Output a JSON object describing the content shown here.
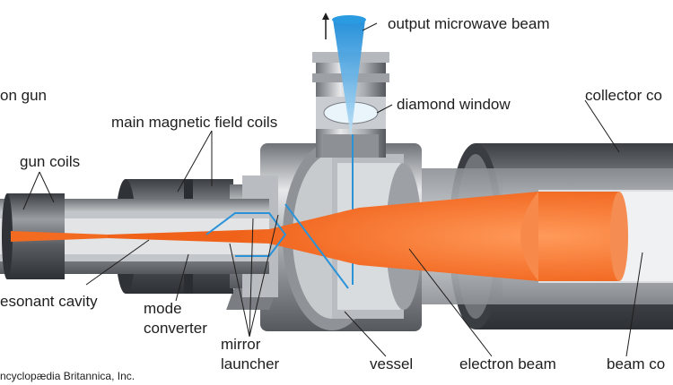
{
  "labels": {
    "output_beam": "output microwave beam",
    "electron_gun": "on gun",
    "diamond_window": "diamond window",
    "collector_coil": "collector co",
    "main_coils": "main magnetic field coils",
    "gun_coils": "gun coils",
    "resonant_cavity": "esonant cavity",
    "mode_converter_1": "mode",
    "mode_converter_2": "converter",
    "mirror_1": "mirror",
    "mirror_2": "launcher",
    "vessel": "vessel",
    "electron_beam": "electron beam",
    "beam_collector": "beam co"
  },
  "credit": "ncyclopædia Britannica, Inc.",
  "colors": {
    "metal": "#9ea2a6",
    "metal_dark": "#4b4f54",
    "beam_orange": "#f26b21",
    "microwave_blue": "#1f8fd6",
    "text": "#1e1e1e"
  }
}
